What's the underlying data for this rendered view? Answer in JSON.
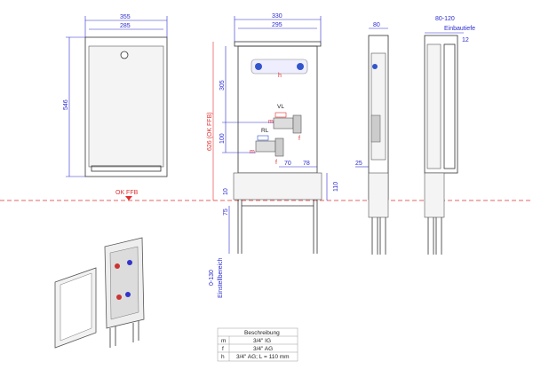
{
  "front_view": {
    "width_outer": "355",
    "width_inner": "285",
    "height": "546"
  },
  "floor_label": "OK FFB",
  "main_view": {
    "width_outer": "330",
    "width_inner": "295",
    "dim_305": "305",
    "dim_100": "100",
    "total_height": "626 (OK FFB)",
    "dim_10": "10",
    "dim_75": "75",
    "dim_110": "110",
    "dim_70": "70",
    "dim_78": "78",
    "adjust_range": "0-130",
    "adjust_label": "Einstellbereich",
    "labels": {
      "vl": "VL",
      "rl": "RL",
      "m": "m",
      "f": "f",
      "h": "h"
    }
  },
  "side_view": {
    "depth": "80",
    "dim_25": "25"
  },
  "right_view": {
    "depth_range": "80-120",
    "depth_label": "Einbautiefe",
    "dim_12": "12"
  },
  "table": {
    "header": "Beschreibung",
    "rows": [
      {
        "key": "m",
        "value": "3/4\" IG"
      },
      {
        "key": "f",
        "value": "3/4\" AG"
      },
      {
        "key": "h",
        "value": "3/4\" AG; L = 110 mm"
      }
    ]
  }
}
